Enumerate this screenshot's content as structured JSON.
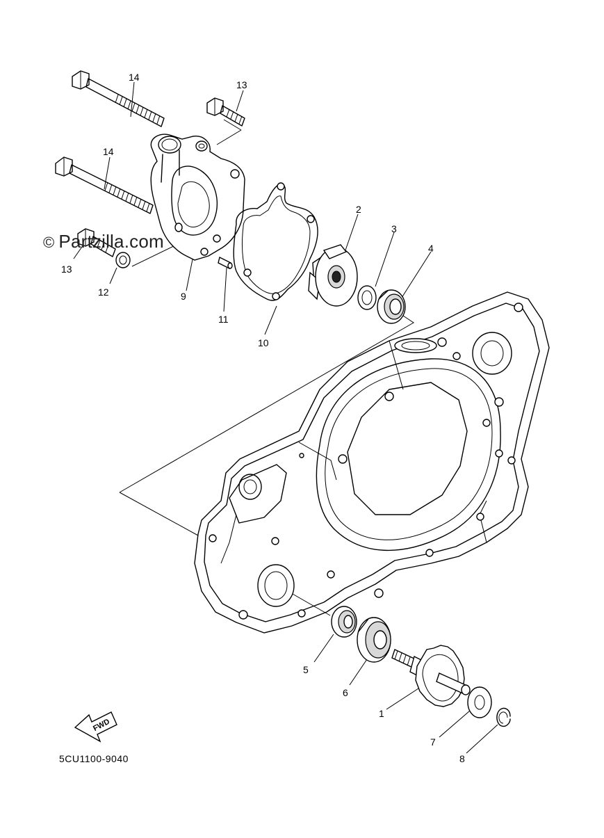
{
  "watermark": {
    "symbol": "©",
    "text": "Partzilla.com"
  },
  "diagram_code": "5CU1100-9040",
  "fwd_label": "FWD",
  "callouts": {
    "c1": "1",
    "c2": "2",
    "c3": "3",
    "c4": "4",
    "c5": "5",
    "c6": "6",
    "c7": "7",
    "c8": "8",
    "c9": "9",
    "c10": "10",
    "c11": "11",
    "c12": "12",
    "c13a": "13",
    "c13b": "13",
    "c14a": "14",
    "c14b": "14"
  }
}
